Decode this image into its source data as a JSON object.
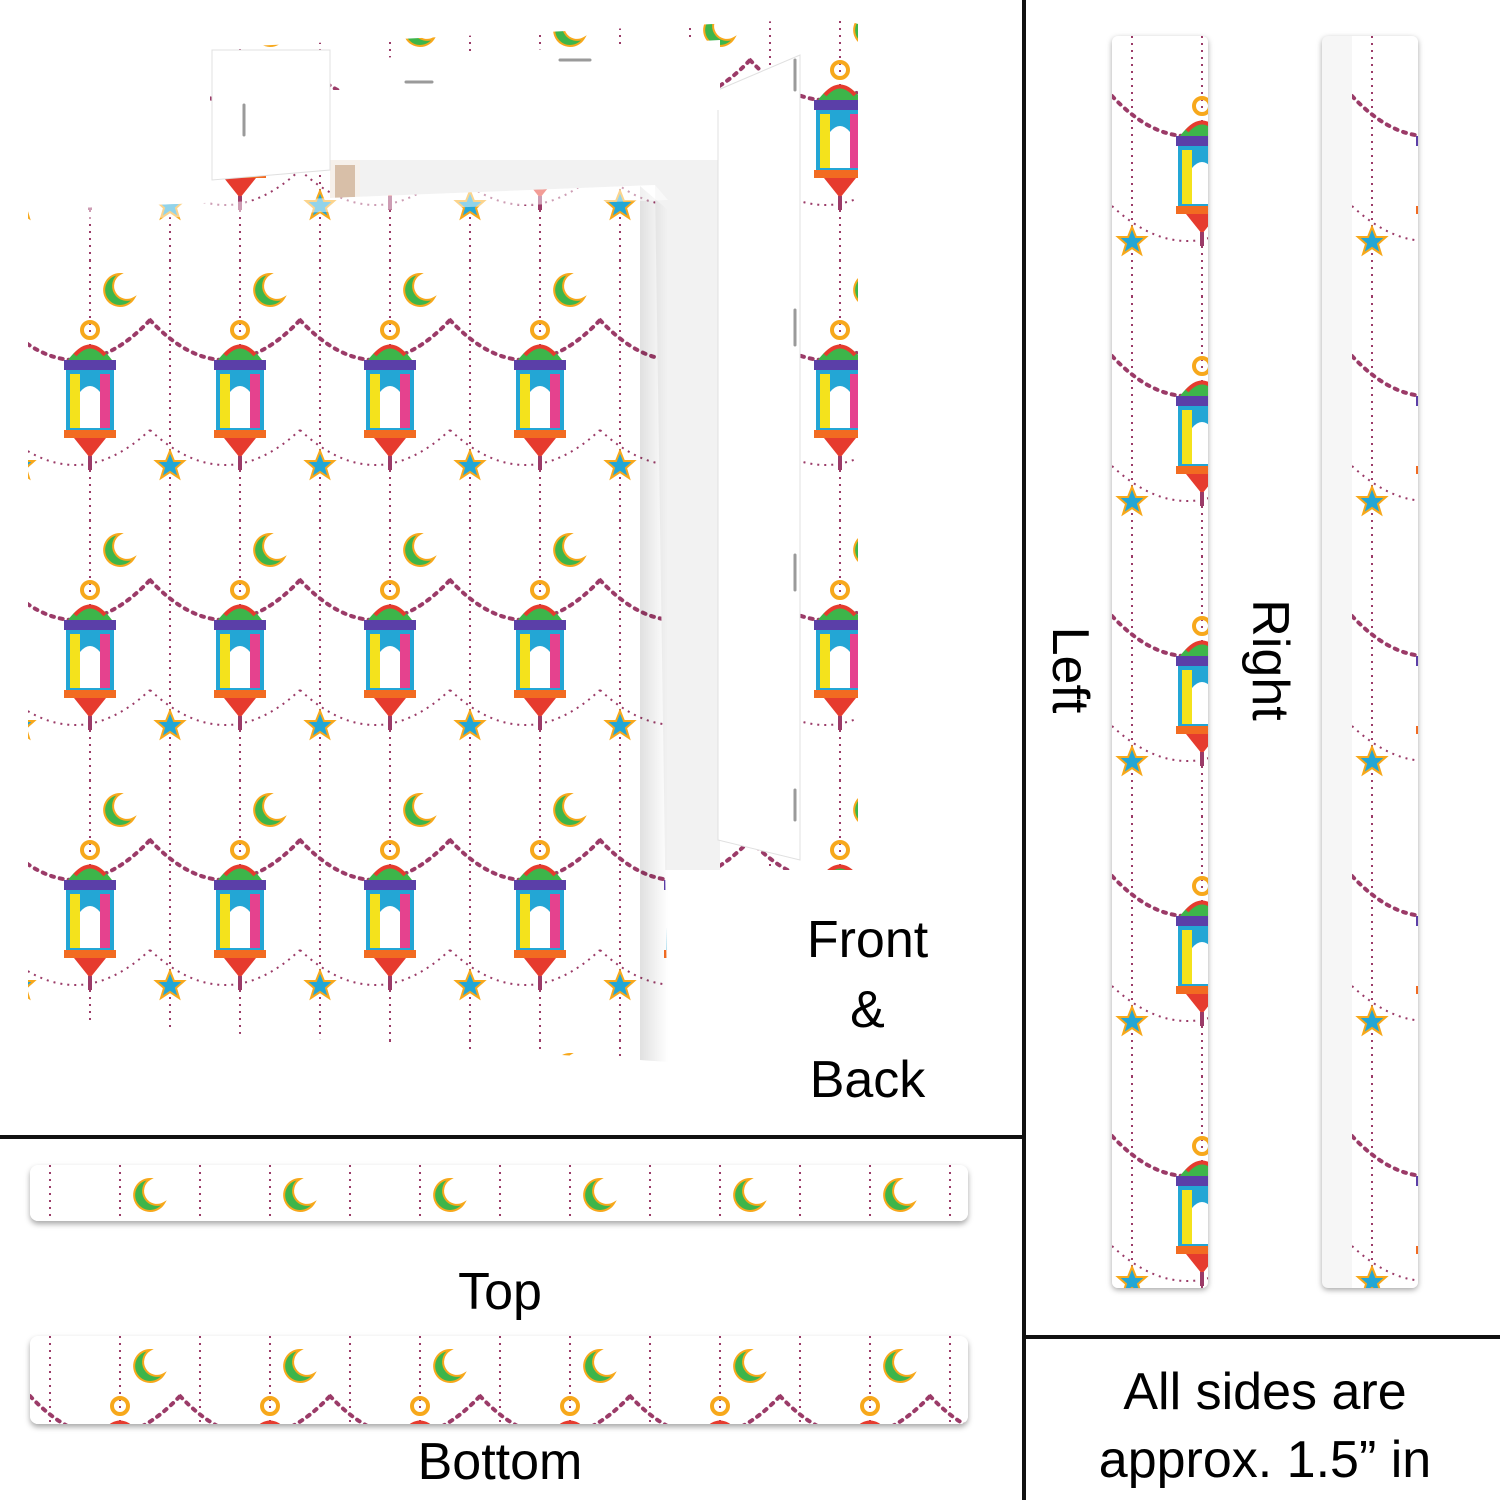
{
  "labels": {
    "front_back_line1": "Front",
    "front_back_line2": "&",
    "front_back_line3": "Back",
    "left": "Left",
    "right": "Right",
    "top": "Top",
    "bottom": "Bottom",
    "note_line1": "All sides are",
    "note_line2": "approx. 1.5” in"
  },
  "colors": {
    "chain": "#9b3b68",
    "lantern_palette": [
      "#e63b2e",
      "#f7a81b",
      "#f4e21c",
      "#3db54a",
      "#23a6d5",
      "#5b3fa8",
      "#e5428e",
      "#f26b21"
    ],
    "divider": "#111111"
  }
}
